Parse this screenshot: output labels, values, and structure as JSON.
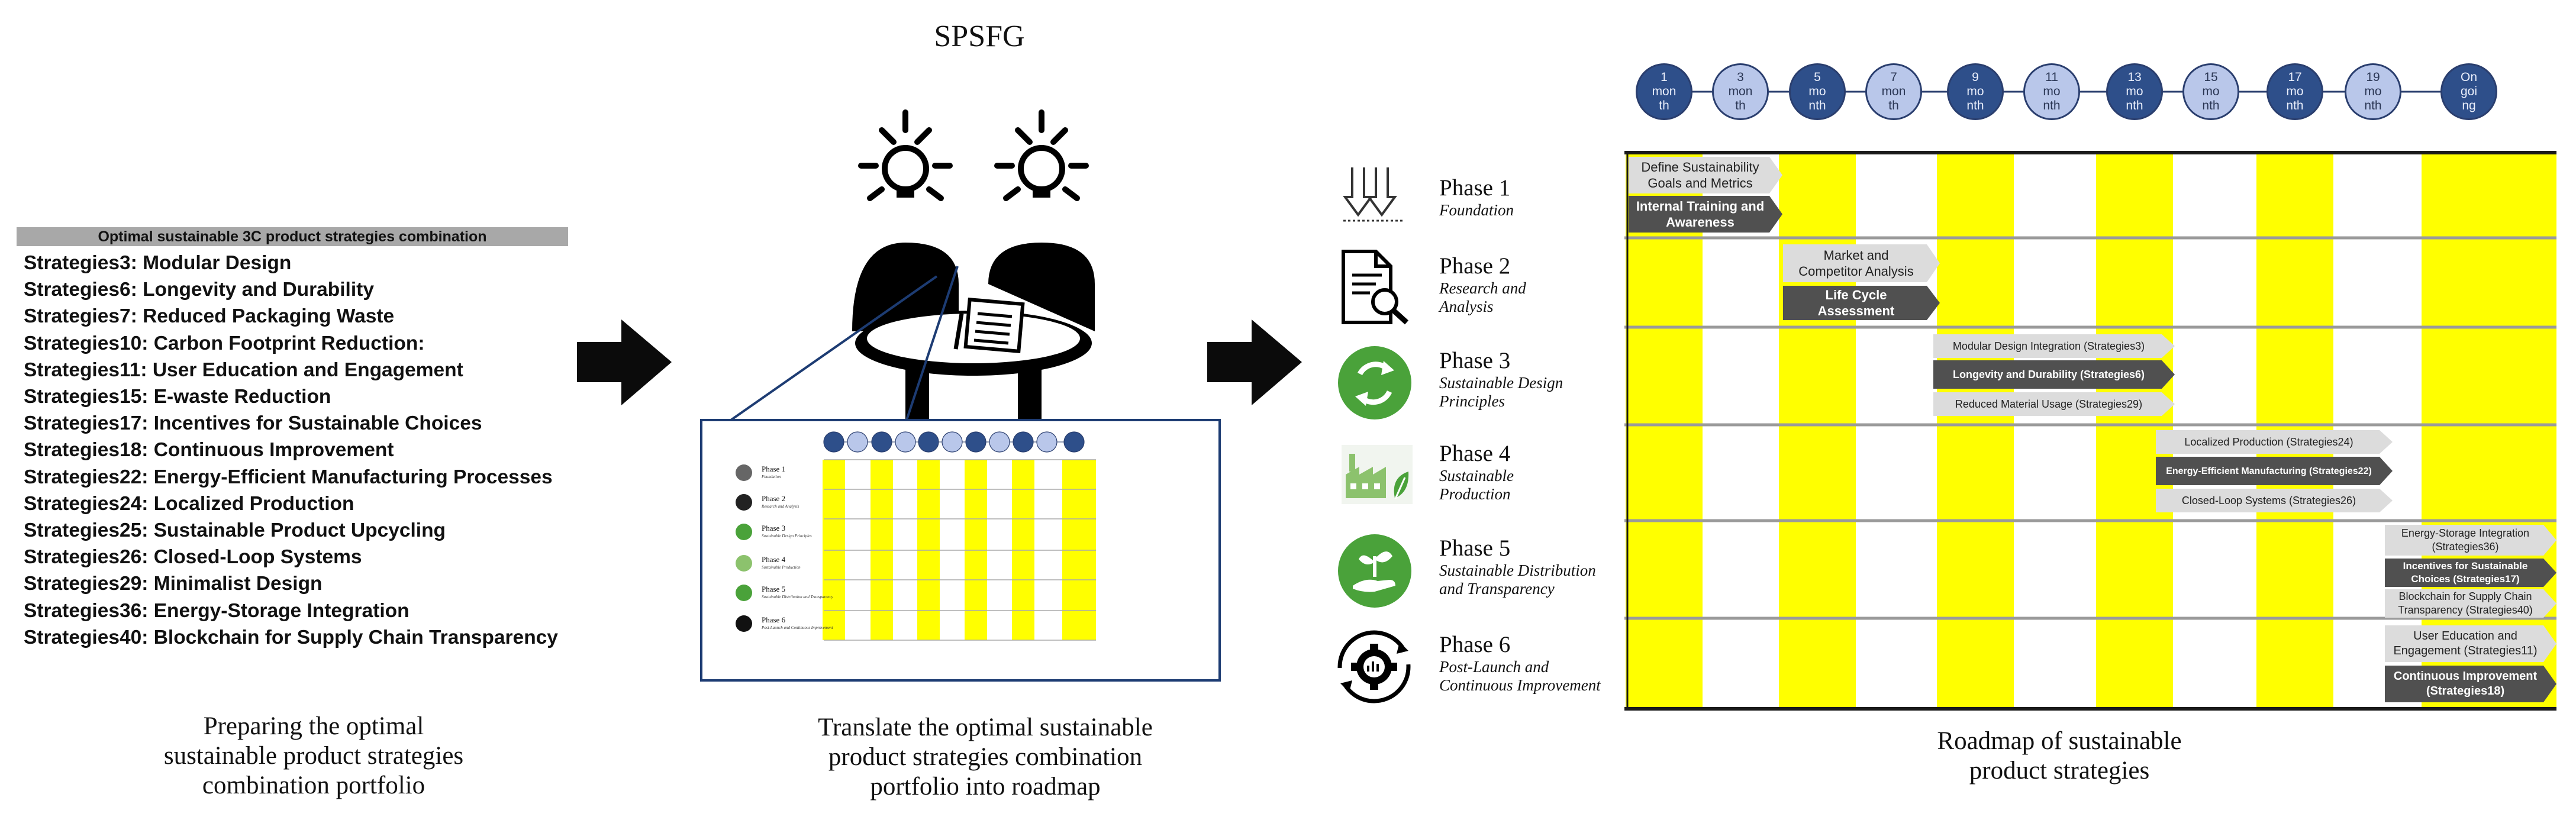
{
  "title": "SPSFG",
  "left_panel": {
    "header": "Optimal sustainable 3C product strategies combination",
    "strategies": [
      "Strategies3: Modular Design",
      "Strategies6: Longevity and Durability",
      "Strategies7: Reduced Packaging Waste",
      "Strategies10: Carbon Footprint Reduction:",
      "Strategies11: User Education and Engagement",
      "Strategies15: E-waste Reduction",
      "Strategies17: Incentives for Sustainable Choices",
      "Strategies18: Continuous Improvement",
      "Strategies22: Energy-Efficient Manufacturing Processes",
      "Strategies24: Localized Production",
      "Strategies25: Sustainable Product Upcycling",
      "Strategies26: Closed-Loop Systems",
      "Strategies29: Minimalist Design",
      "Strategies36: Energy-Storage Integration",
      "Strategies40: Blockchain for Supply Chain Transparency"
    ],
    "caption": [
      "Preparing the optimal",
      "sustainable product strategies",
      "combination portfolio"
    ]
  },
  "middle_panel": {
    "caption": [
      "Translate the optimal sustainable",
      "product strategies combination",
      "portfolio into roadmap"
    ],
    "mini_phases": [
      {
        "title": "Phase 1",
        "sub": "Foundation"
      },
      {
        "title": "Phase 2",
        "sub": "Research and Analysis"
      },
      {
        "title": "Phase 3",
        "sub": "Sustainable Design Principles"
      },
      {
        "title": "Phase 4",
        "sub": "Sustainable Production"
      },
      {
        "title": "Phase 5",
        "sub": "Sustainable Distribution and Transparency"
      },
      {
        "title": "Phase 6",
        "sub": "Post-Launch and Continuous Improvement"
      }
    ]
  },
  "roadmap": {
    "caption": [
      "Roadmap of sustainable",
      "product strategies"
    ],
    "months": [
      {
        "label": "1\nmon\nth",
        "style": "dark"
      },
      {
        "label": "3\nmon\nth",
        "style": "light"
      },
      {
        "label": "5\nmo\nnth",
        "style": "dark"
      },
      {
        "label": "7\nmon\nth",
        "style": "light"
      },
      {
        "label": "9\nmo\nnth",
        "style": "dark"
      },
      {
        "label": "11\nmo\nnth",
        "style": "light"
      },
      {
        "label": "13\nmo\nnth",
        "style": "dark"
      },
      {
        "label": "15\nmo\nnth",
        "style": "light"
      },
      {
        "label": "17\nmo\nnth",
        "style": "dark"
      },
      {
        "label": "19\nmo\nnth",
        "style": "light"
      },
      {
        "label": "On\ngoi\nng",
        "style": "dark"
      }
    ],
    "phases": [
      {
        "title": "Phase 1",
        "sub": [
          "Foundation"
        ]
      },
      {
        "title": "Phase 2",
        "sub": [
          "Research and",
          "Analysis"
        ]
      },
      {
        "title": "Phase 3",
        "sub": [
          "Sustainable Design",
          "Principles"
        ]
      },
      {
        "title": "Phase 4",
        "sub": [
          "Sustainable",
          "Production"
        ]
      },
      {
        "title": "Phase 5",
        "sub": [
          "Sustainable Distribution",
          "and Transparency"
        ]
      },
      {
        "title": "Phase 6",
        "sub": [
          "Post-Launch and",
          "Continuous Improvement"
        ]
      }
    ],
    "tasks": [
      {
        "lines": [
          "Define Sustainability",
          "Goals and Metrics"
        ],
        "style": "light"
      },
      {
        "lines": [
          "Internal Training and",
          "Awareness"
        ],
        "style": "dark"
      },
      {
        "lines": [
          "Market and",
          "Competitor Analysis"
        ],
        "style": "light"
      },
      {
        "lines": [
          "Life Cycle Assessment"
        ],
        "style": "dark"
      },
      {
        "lines": [
          "Modular Design Integration (Strategies3)"
        ],
        "style": "light"
      },
      {
        "lines": [
          "Longevity and Durability (Strategies6)"
        ],
        "style": "dark"
      },
      {
        "lines": [
          "Reduced Material Usage (Strategies29)"
        ],
        "style": "light"
      },
      {
        "lines": [
          "Localized Production (Strategies24)"
        ],
        "style": "light"
      },
      {
        "lines": [
          "Energy-Efficient Manufacturing (Strategies22)"
        ],
        "style": "dark"
      },
      {
        "lines": [
          "Closed-Loop Systems (Strategies26)"
        ],
        "style": "light"
      },
      {
        "lines": [
          "Energy-Storage Integration",
          "(Strategies36)"
        ],
        "style": "light"
      },
      {
        "lines": [
          "Incentives for Sustainable",
          "Choices (Strategies17)"
        ],
        "style": "dark"
      },
      {
        "lines": [
          "Blockchain for Supply Chain",
          "Transparency (Strategies40)"
        ],
        "style": "light"
      },
      {
        "lines": [
          "User Education and",
          "Engagement (Strategies11)"
        ],
        "style": "light"
      },
      {
        "lines": [
          "Continuous Improvement",
          "(Strategies18)"
        ],
        "style": "dark"
      }
    ],
    "colors": {
      "highlight": "#ffff00",
      "dark_badge": "#2e4f8a",
      "light_badge": "#b9c7ea",
      "dark_box": "#505050",
      "light_box": "#dcdcdc"
    }
  }
}
